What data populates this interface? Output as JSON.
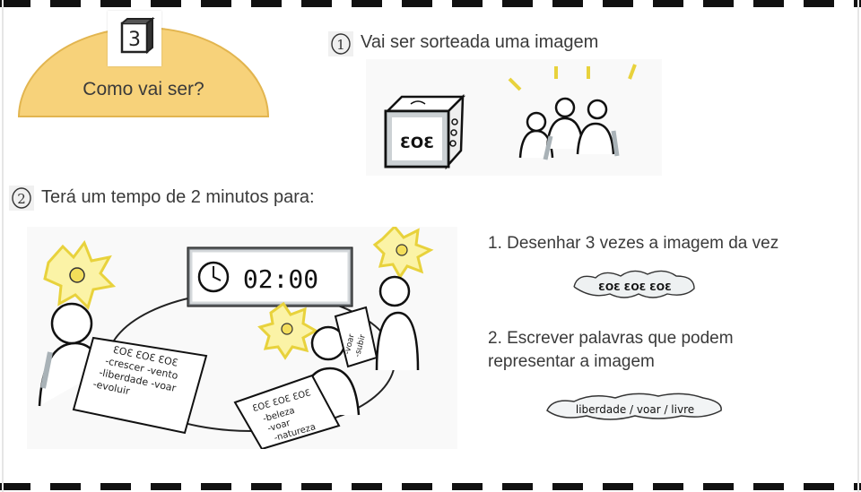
{
  "intro": {
    "title": "Como vai ser?",
    "badge_number": "3"
  },
  "step1": {
    "number": "1",
    "text": "Vai ser sorteada uma imagem",
    "die_label": "ƐOƐ"
  },
  "step2": {
    "number": "2",
    "text": "Terá um tempo de 2 minutos para:",
    "timer": "02:00",
    "paper_left_lines": [
      "ƐOƐ ƐOƐ ƐOƐ",
      "-crescer -vento",
      "-liberdade -voar",
      "-evoluir"
    ],
    "paper_right_lines": [
      "ƐOƐ ƐOƐ ƐOƐ",
      "-beleza",
      "-voar",
      "-natureza"
    ],
    "paper_back_lines": [
      "-voar",
      "-subir"
    ]
  },
  "items": [
    {
      "text": "1. Desenhar 3 vezes a imagem da vez",
      "sketch": "ƐOƐ ƐOƐ ƐOƐ"
    },
    {
      "text": "2. Escrever palavras que podem representar a imagem",
      "sketch": "liberdade / voar / livre"
    }
  ],
  "colors": {
    "dome": "#f7d27a",
    "idea_glow": "#f3de5a",
    "shadow_gray": "#a9b2b7"
  }
}
